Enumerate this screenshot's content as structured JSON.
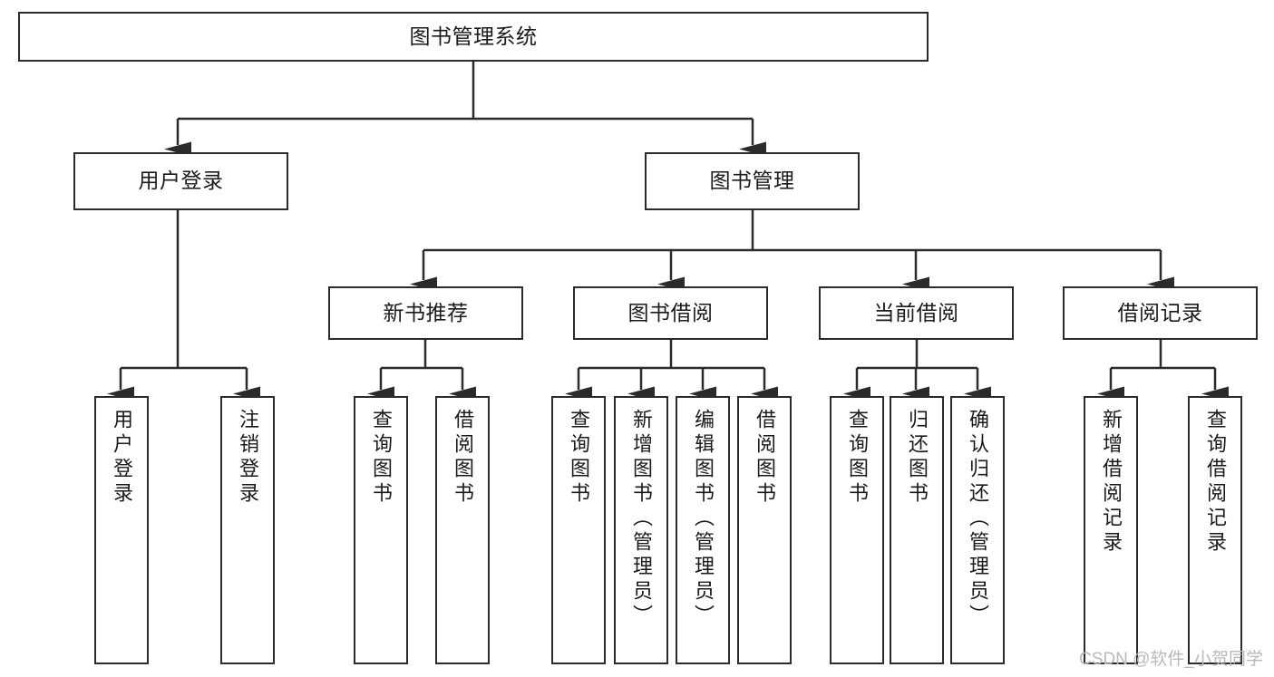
{
  "diagram": {
    "title": "图书管理系统",
    "root": {
      "id": "root",
      "label": "图书管理系统"
    },
    "level2": [
      {
        "id": "user-login",
        "label": "用户登录"
      },
      {
        "id": "book-manage",
        "label": "图书管理"
      }
    ],
    "level3": [
      {
        "id": "new-book-recommend",
        "label": "新书推荐"
      },
      {
        "id": "book-borrow",
        "label": "图书借阅"
      },
      {
        "id": "current-borrow",
        "label": "当前借阅"
      },
      {
        "id": "borrow-record",
        "label": "借阅记录"
      }
    ],
    "leaves": [
      {
        "id": "leaf-user-login",
        "label": "用户登录",
        "parent": "user-login"
      },
      {
        "id": "leaf-user-logout",
        "label": "注销登录",
        "parent": "user-login"
      },
      {
        "id": "leaf-query-book-1",
        "label": "查询图书",
        "parent": "new-book-recommend"
      },
      {
        "id": "leaf-borrow-book-1",
        "label": "借阅图书",
        "parent": "new-book-recommend"
      },
      {
        "id": "leaf-query-book-2",
        "label": "查询图书",
        "parent": "book-borrow"
      },
      {
        "id": "leaf-add-book",
        "label": "新增图书（管理员）",
        "parent": "book-borrow"
      },
      {
        "id": "leaf-edit-book",
        "label": "编辑图书（管理员）",
        "parent": "book-borrow"
      },
      {
        "id": "leaf-borrow-book-2",
        "label": "借阅图书",
        "parent": "book-borrow"
      },
      {
        "id": "leaf-query-book-3",
        "label": "查询图书",
        "parent": "current-borrow"
      },
      {
        "id": "leaf-return-book",
        "label": "归还图书",
        "parent": "current-borrow"
      },
      {
        "id": "leaf-confirm-return",
        "label": "确认归还（管理员）",
        "parent": "current-borrow"
      },
      {
        "id": "leaf-add-record",
        "label": "新增借阅记录",
        "parent": "borrow-record"
      },
      {
        "id": "leaf-query-record",
        "label": "查询借阅记录",
        "parent": "borrow-record"
      }
    ],
    "colors": {
      "stroke": "#2b2b2b",
      "fill": "#ffffff",
      "text": "#1a1a1a",
      "watermark": "#b9b9b9"
    }
  },
  "watermark": {
    "text": "CSDN @软件_小贺同学"
  }
}
